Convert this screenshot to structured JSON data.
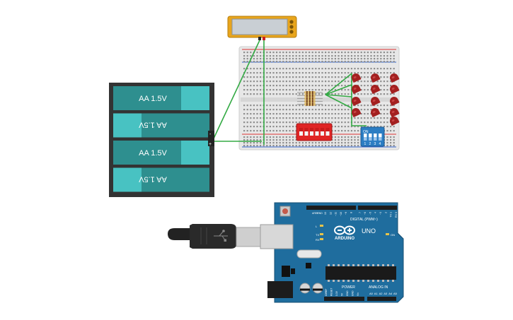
{
  "battery_pack": {
    "cells": [
      {
        "label": "AA 1.5V"
      },
      {
        "label": "AA 1.5V"
      },
      {
        "label": "AA 1.5V"
      },
      {
        "label": "AA 1.5V"
      }
    ],
    "minus_label": "-",
    "plus_label": "+"
  },
  "dip_switch": {
    "on_label": "ON",
    "positions": [
      "1",
      "2",
      "3",
      "4"
    ]
  },
  "arduino": {
    "brand": "ARDUINO",
    "model": "UNO",
    "digital_label": "DIGITAL (PWM~)",
    "power_label": "POWER",
    "analog_label": "ANALOG IN",
    "on_led_label": "ON",
    "aref_label": "AREF",
    "gnd_label": "GND",
    "l_label": "L",
    "tx_label": "TX",
    "rx_label": "RX",
    "digital_pins": [
      "13",
      "12",
      "~11",
      "~10",
      "~9",
      "8",
      "7",
      "~6",
      "~5",
      "4",
      "~3",
      "2",
      "TX 1",
      "RX 0"
    ],
    "power_pins": [
      "IOREF",
      "RESET",
      "3.3V",
      "5V",
      "GND",
      "GND",
      "Vin"
    ],
    "analog_pins": [
      "A0",
      "A1",
      "A2",
      "A3",
      "A4",
      "A5"
    ]
  },
  "colors": {
    "board_blue": "#1f6d9e",
    "battery_teal": "#2e9ea0",
    "battery_case": "#333333",
    "led_red": "#a32020",
    "wire_green": "#33aa44",
    "wire_red": "#cc2222",
    "meter_orange": "#e8a51c",
    "dip_red": "#e02525",
    "dip_blue": "#2b7dc3"
  }
}
